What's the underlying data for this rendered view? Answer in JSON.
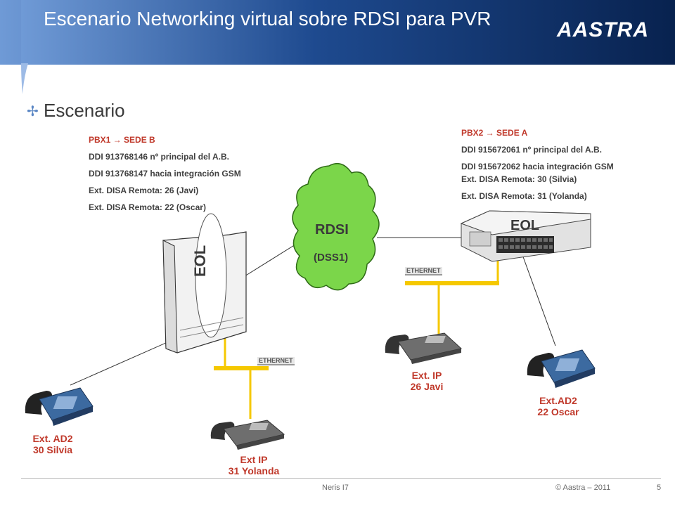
{
  "header": {
    "title": "Escenario Networking virtual sobre RDSI para PVR",
    "logo": "AASTRA"
  },
  "section": {
    "heading": "Escenario"
  },
  "pbx1": {
    "title": "PBX1 → SEDE B",
    "lines": [
      "DDI 913768146 nº principal del A.B.",
      "DDI 913768147 hacia integración GSM",
      "Ext. DISA Remota: 26 (Javi)",
      "Ext. DISA Remota: 22 (Oscar)"
    ],
    "device_label": "EOL"
  },
  "pbx2": {
    "title": "PBX2 → SEDE A",
    "lines": [
      "DDI 915672061 nº principal del A.B.",
      "DDI 915672062 hacia integración GSM",
      "Ext. DISA Remota: 30 (Silvia)",
      "Ext. DISA Remota: 31 (Yolanda)"
    ],
    "device_label": "EOL"
  },
  "cloud": {
    "name": "RDSI",
    "sub": "(DSS1)"
  },
  "ethernet_label": "ETHERNET",
  "phones": {
    "silvia": {
      "line1": "Ext. AD2",
      "line2": "30 Silvia"
    },
    "yolanda": {
      "line1": "Ext IP",
      "line2": "31 Yolanda"
    },
    "javi": {
      "line1": "Ext. IP",
      "line2": "26 Javi"
    },
    "oscar": {
      "line1": "Ext.AD2",
      "line2": "22 Oscar"
    }
  },
  "footer": {
    "center": "Neris I7",
    "copyright": "© Aastra – 2011",
    "page": "5"
  },
  "colors": {
    "header_dark": "#0b2a5c",
    "header_light": "#5b8bd0",
    "cloud_green": "#7bd64a",
    "ethernet_yellow": "#f5c800",
    "phone_blue": "#3c6aa0",
    "label_red": "#c0392b"
  }
}
